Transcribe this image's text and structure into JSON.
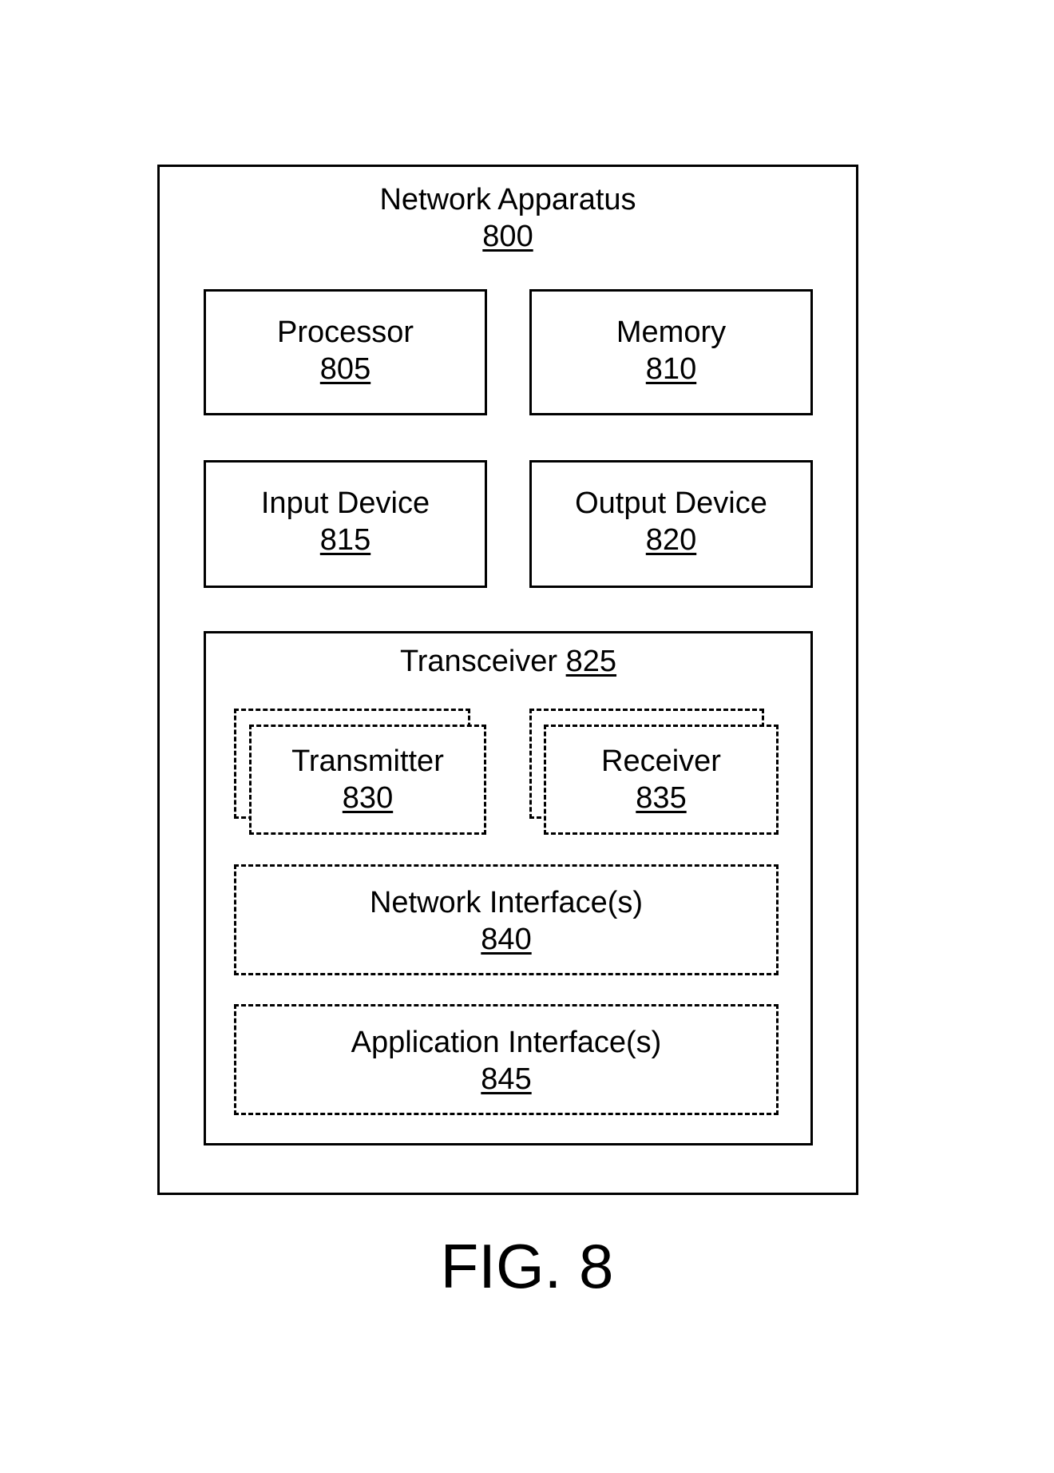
{
  "apparatus": {
    "label": "Network Apparatus",
    "number": "800"
  },
  "processor": {
    "label": "Processor",
    "number": "805"
  },
  "memory": {
    "label": "Memory",
    "number": "810"
  },
  "input_device": {
    "label": "Input Device",
    "number": "815"
  },
  "output_device": {
    "label": "Output Device",
    "number": "820"
  },
  "transceiver": {
    "label": "Transceiver",
    "number": "825"
  },
  "transmitter": {
    "label": "Transmitter",
    "number": "830"
  },
  "receiver": {
    "label": "Receiver",
    "number": "835"
  },
  "network_interface": {
    "label": "Network Interface(s)",
    "number": "840"
  },
  "application_interface": {
    "label": "Application Interface(s)",
    "number": "845"
  },
  "figure_caption": "FIG. 8"
}
